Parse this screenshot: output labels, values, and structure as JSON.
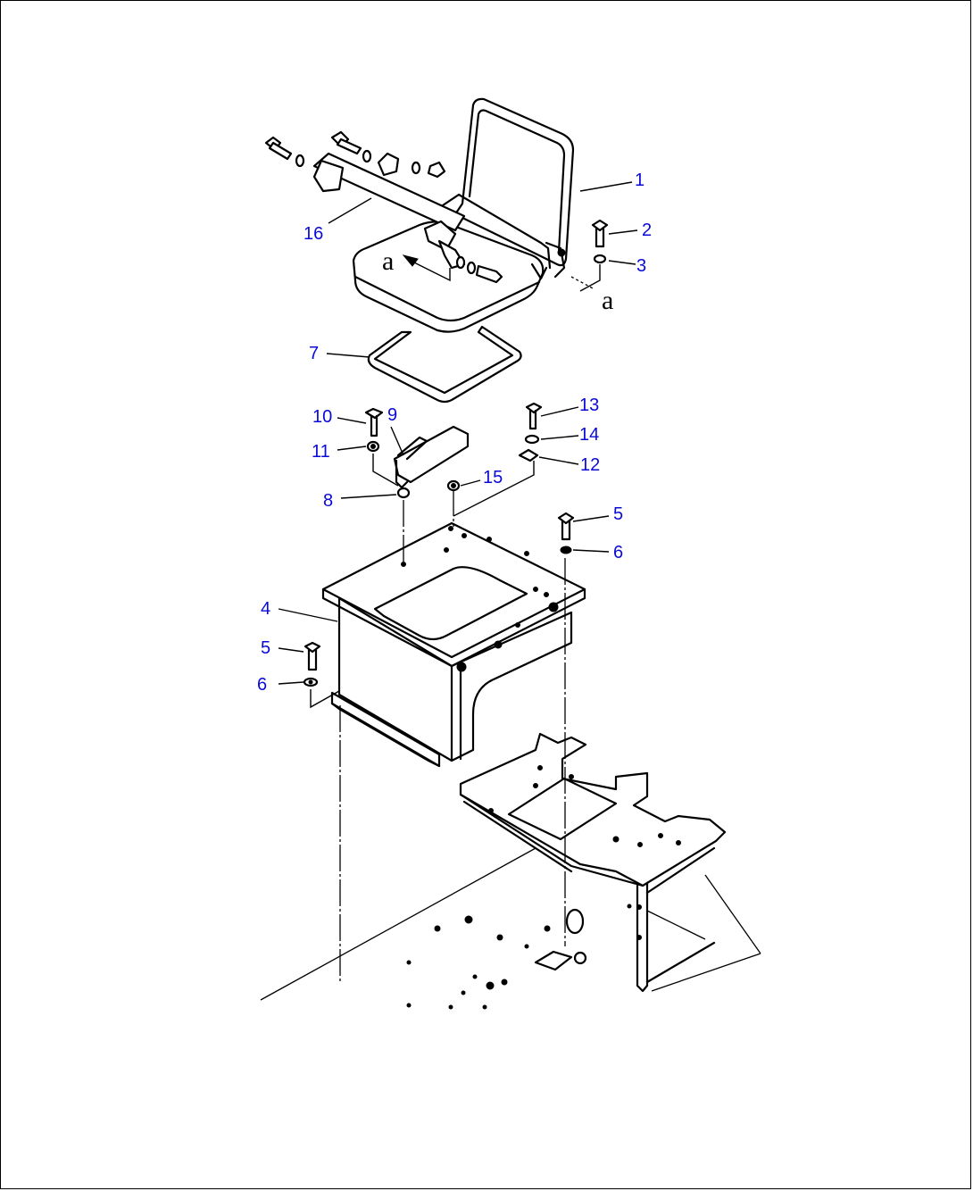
{
  "callouts": {
    "c1": "1",
    "c2": "2",
    "c3": "3",
    "c4": "4",
    "c5a": "5",
    "c5b": "5",
    "c6a": "6",
    "c6b": "6",
    "c7": "7",
    "c8": "8",
    "c9": "9",
    "c10": "10",
    "c11": "11",
    "c12": "12",
    "c13": "13",
    "c14": "14",
    "c15": "15",
    "c16": "16"
  },
  "refs": {
    "a1": "a",
    "a2": "a"
  },
  "colors": {
    "callout": "#0a0ad8",
    "line": "#000000"
  }
}
